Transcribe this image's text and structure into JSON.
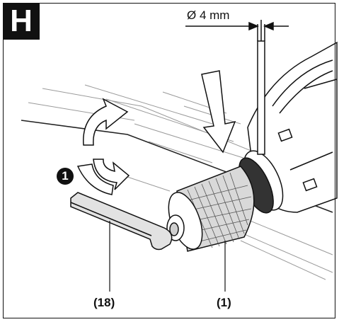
{
  "figure": {
    "step_letter": "H",
    "dimension_label": "Ø 4 mm",
    "step_marker": "1",
    "callouts": {
      "hex_key": "(18)",
      "chuck": "(1)"
    }
  }
}
